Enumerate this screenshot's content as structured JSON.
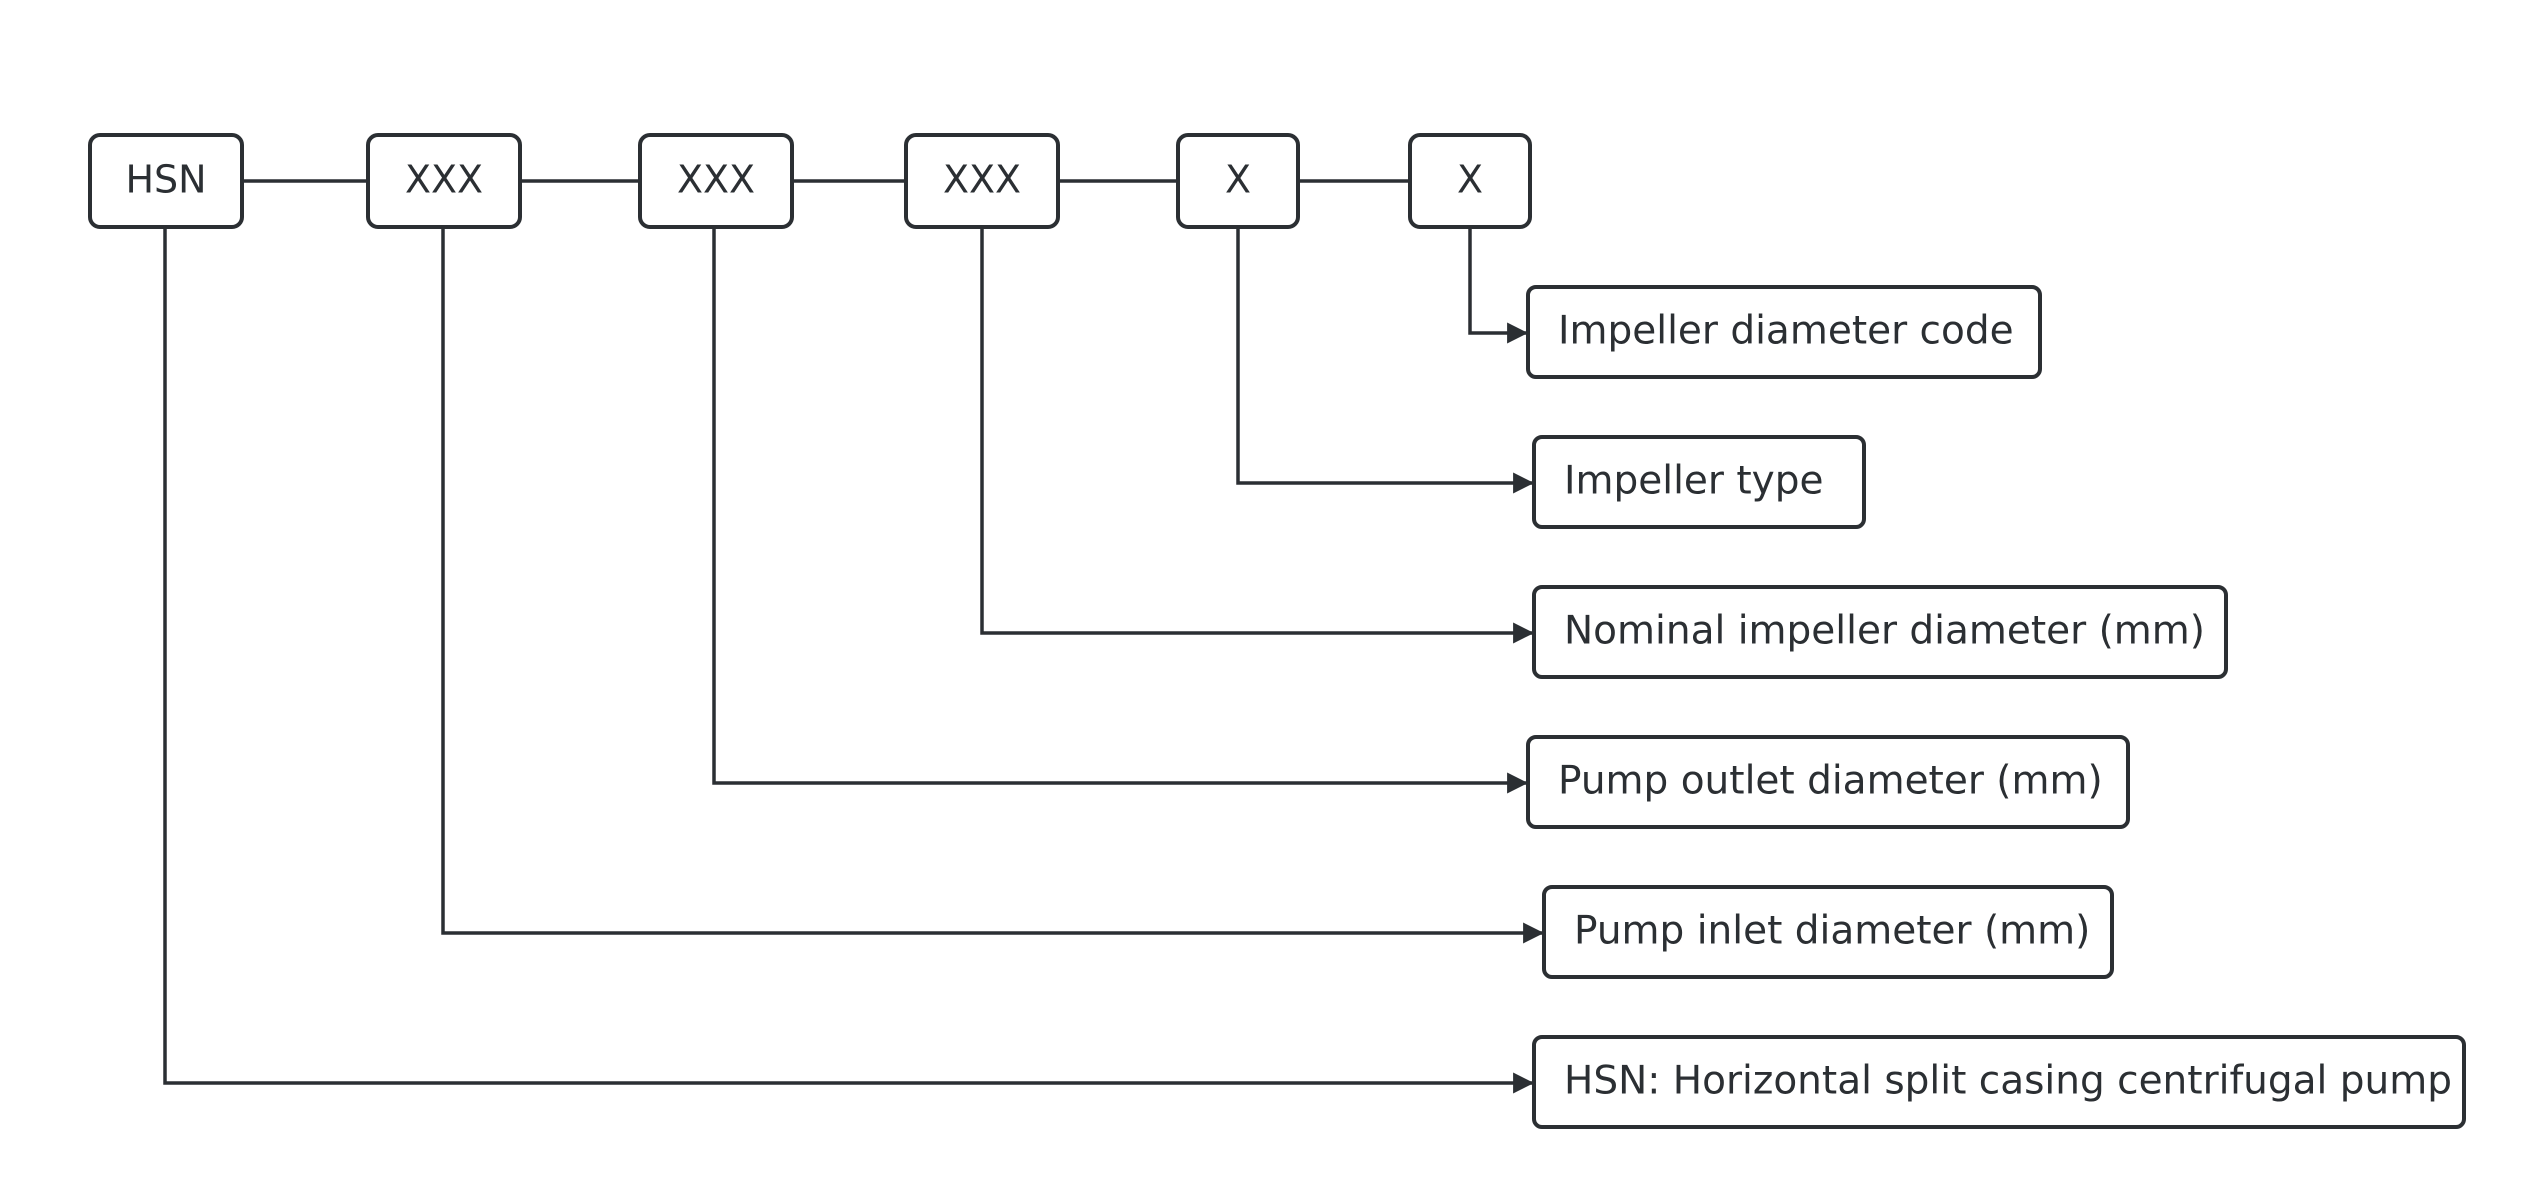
{
  "colors": {
    "stroke": "#2b2f33",
    "box_fill": "#ffffff",
    "text": "#2b2f33",
    "background": "#ffffff"
  },
  "codes": [
    {
      "id": "hsn",
      "text": "HSN"
    },
    {
      "id": "xxx-1",
      "text": "XXX"
    },
    {
      "id": "xxx-2",
      "text": "XXX"
    },
    {
      "id": "xxx-3",
      "text": "XXX"
    },
    {
      "id": "x-1",
      "text": "X"
    },
    {
      "id": "x-2",
      "text": "X"
    }
  ],
  "labels": [
    {
      "id": "impeller-diameter-code",
      "text": "Impeller diameter code"
    },
    {
      "id": "impeller-type",
      "text": "Impeller type"
    },
    {
      "id": "nominal-impeller-diameter",
      "text": "Nominal impeller diameter (mm)"
    },
    {
      "id": "pump-outlet-diameter",
      "text": "Pump outlet diameter (mm)"
    },
    {
      "id": "pump-inlet-diameter",
      "text": "Pump inlet diameter (mm)"
    },
    {
      "id": "hsn-definition",
      "text": "HSN: Horizontal split casing centrifugal pump"
    }
  ]
}
